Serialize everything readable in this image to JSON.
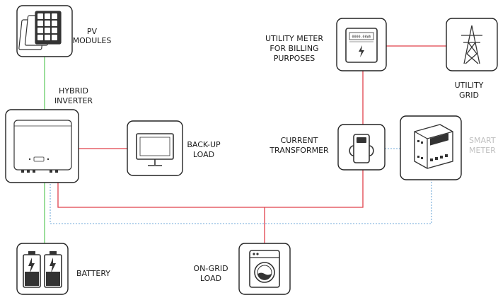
{
  "labels": {
    "pv_line1": "PV",
    "pv_line2": "MODULES",
    "inverter_line1": "HYBRID",
    "inverter_line2": "INVERTER",
    "backup_line1": "BACK-UP",
    "backup_line2": "LOAD",
    "meter_line1": "UTILITY METER",
    "meter_line2": "FOR BILLING",
    "meter_line3": "PURPOSES",
    "grid_line1": "UTILITY",
    "grid_line2": "GRID",
    "ct_line1": "CURRENT",
    "ct_line2": "TRANSFORMER",
    "smart_line1": "SMART",
    "smart_line2": "METER",
    "battery": "BATTERY",
    "ongrid_line1": "ON-GRID",
    "ongrid_line2": "LOAD"
  },
  "meter_display": "0000.0kWh",
  "colors": {
    "ac_line": "#e0404a",
    "dc_line": "#66cc66",
    "comm_line": "#6fa8d8",
    "outline": "#222222",
    "smart_meter_label": "#c0c0c0"
  },
  "icons": {
    "pv": "solar-panel-icon",
    "inverter": "inverter-icon",
    "backup": "monitor-icon",
    "meter": "utility-meter-icon",
    "grid": "transmission-tower-icon",
    "ct": "current-transformer-icon",
    "smart_meter": "din-rail-meter-icon",
    "battery": "battery-icon",
    "ongrid": "washing-machine-icon"
  }
}
